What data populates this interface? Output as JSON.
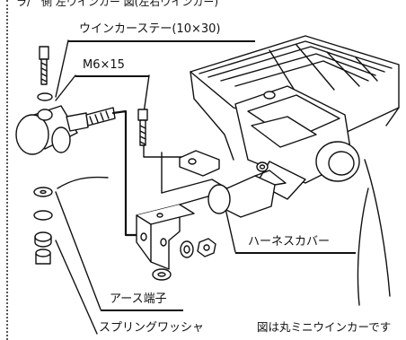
{
  "header_text": "ラ/　側 左ウインカー 図(左右ウインカー)",
  "labels": {
    "winker_stay": "ウインカーステー(10×30)",
    "bolt": "M6×15",
    "harness_cover": "ハーネスカバー",
    "earth_terminal": "アース端子",
    "spring_washer": "スプリングワッシャ"
  },
  "caption": "図は丸ミニウインカーです"
}
